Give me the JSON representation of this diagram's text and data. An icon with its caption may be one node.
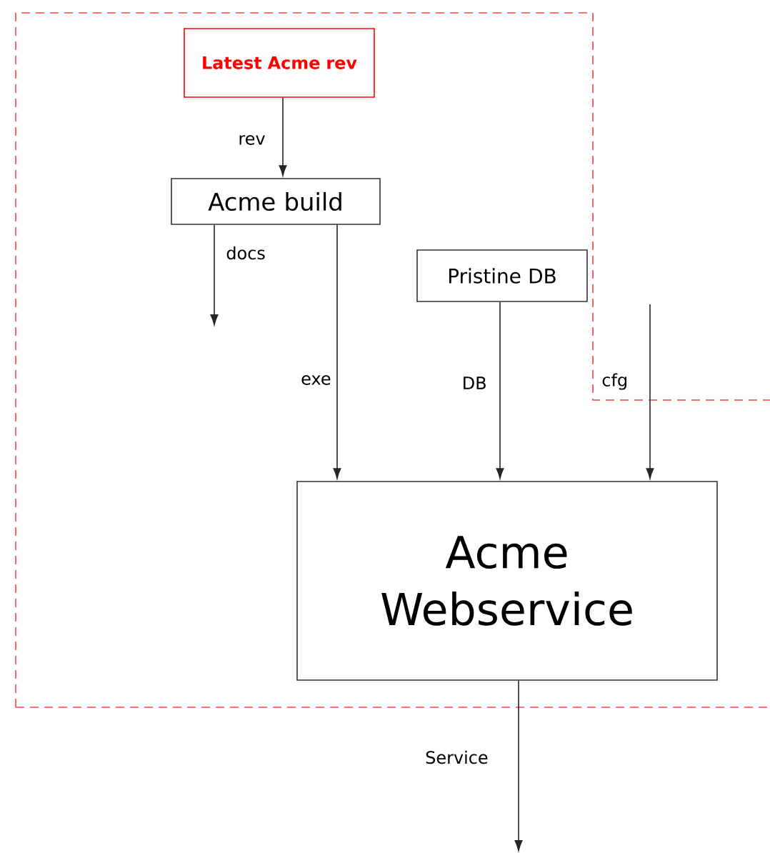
{
  "diagram": {
    "nodes": [
      {
        "text": [
          "Latest Acme rev"
        ]
      },
      {
        "text": [
          "Acme build"
        ]
      },
      {
        "text": [
          "Pristine DB"
        ]
      },
      {
        "text": [
          "Acme Webservice"
        ]
      }
    ],
    "edges": [
      {
        "from": 0,
        "to": 1,
        "arrow": "to",
        "label": "rev"
      },
      {
        "from": 1,
        "to": null,
        "arrow": "to",
        "label": "docs"
      },
      {
        "from": 1,
        "to": 3,
        "arrow": "to",
        "label": "exe"
      },
      {
        "from": 2,
        "to": 3,
        "arrow": "to",
        "label": "DB"
      },
      {
        "from": null,
        "to": 3,
        "arrow": "to",
        "label": "cfg"
      },
      {
        "from": 3,
        "to": null,
        "arrow": "to",
        "label": "Service"
      }
    ]
  }
}
